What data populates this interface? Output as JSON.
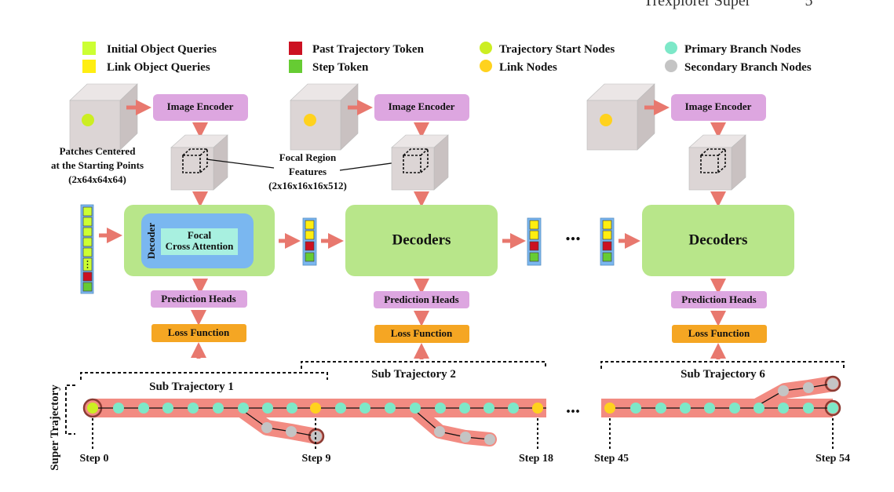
{
  "header": {
    "text": "Trexplorer Super",
    "page_number": "5"
  },
  "legend": [
    {
      "kind": "square",
      "color": "#ccff33",
      "label": "Initial Object Queries"
    },
    {
      "kind": "square",
      "color": "#ffee11",
      "label": "Link Object Queries"
    },
    {
      "kind": "square",
      "color": "#cc1122",
      "label": "Past Trajectory Token"
    },
    {
      "kind": "square",
      "color": "#66cc33",
      "label": "Step Token"
    },
    {
      "kind": "circle",
      "color": "#ccee22",
      "label": "Trajectory Start Nodes"
    },
    {
      "kind": "circle",
      "color": "#ffd21e",
      "label": "Link Nodes"
    },
    {
      "kind": "circle",
      "color": "#7de8c8",
      "label": "Primary Branch Nodes"
    },
    {
      "kind": "circle",
      "color": "#c4c4c4",
      "label": "Secondary Branch Nodes"
    }
  ],
  "blocks": {
    "image_encoder": "Image Encoder",
    "prediction_heads": "Prediction Heads",
    "loss_function": "Loss Function",
    "decoders": "Decoders",
    "decoder_side": "Decoder",
    "focal_line1": "Focal",
    "focal_line2": "Cross Attention",
    "ellipsis": "..."
  },
  "annotations": {
    "patches_line1": "Patches Centered",
    "patches_line2": "at the Starting Points",
    "patches_line3": "(2x64x64x64)",
    "focal_line1": "Focal Region",
    "focal_line2": "Features",
    "focal_line3": "(2x16x16x16x512)"
  },
  "trajectory": {
    "super_label": "Super Trajectory",
    "subs": [
      "Sub Trajectory 1",
      "Sub Trajectory 2",
      "Sub Trajectory 6"
    ],
    "steps": [
      "Step 0",
      "Step 9",
      "Step 18",
      "Step 45",
      "Step 54"
    ],
    "ellipsis": "..."
  },
  "colors": {
    "encoder": "#dda6e0",
    "heads": "#dda6e0",
    "loss": "#f5a623",
    "decoder": "#b8e68a",
    "decoder_inner": "#7ab7f0",
    "focal": "#a8f0e0",
    "cube": "#dcd5d5",
    "arrow": "#e8786e",
    "tube": "#f28b82"
  }
}
